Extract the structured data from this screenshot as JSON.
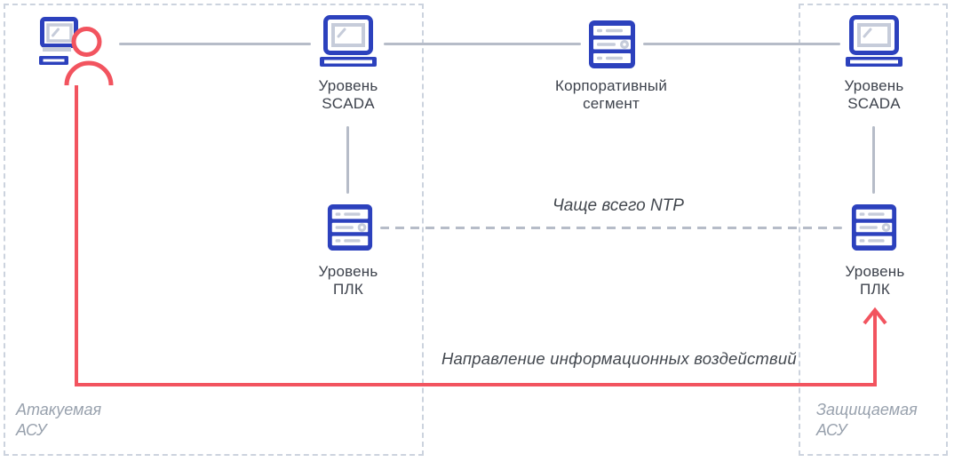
{
  "diagram": {
    "zones": {
      "attacked": {
        "label": "Атакуемая\nАСУ"
      },
      "protected": {
        "label": "Защищаемая\nАСУ"
      }
    },
    "nodes": {
      "attacker": {
        "icon": "attacker-at-laptop"
      },
      "scada_left": {
        "label": "Уровень\nSCADA",
        "icon": "laptop"
      },
      "corporate": {
        "label": "Корпоративный\nсегмент",
        "icon": "server"
      },
      "scada_right": {
        "label": "Уровень\nSCADA",
        "icon": "laptop"
      },
      "plc_left": {
        "label": "Уровень\nПЛК",
        "icon": "server"
      },
      "plc_right": {
        "label": "Уровень\nПЛК",
        "icon": "server"
      }
    },
    "annotations": {
      "ntp": "Чаще всего NTP",
      "attack_direction": "Направление информационных воздействий"
    },
    "colors": {
      "node_blue": "#2c41bd",
      "icon_gray": "#c6ccda",
      "line_gray": "#b6bcc8",
      "zone_border": "#ccd3de",
      "attack_red": "#f2545f",
      "label_dark": "#3d424c",
      "annotation_dark": "#43484f",
      "zone_label_gray": "#98a1ad"
    }
  }
}
